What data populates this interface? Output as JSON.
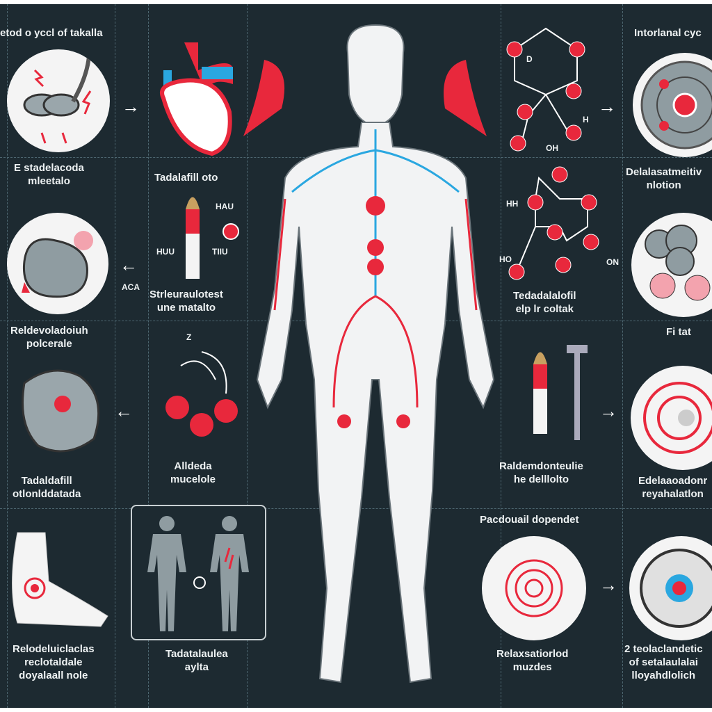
{
  "title": "etod o yccl of takalla",
  "title_right": "Intorlanal cyc",
  "labels": {
    "l1": [
      "E stadelacoda",
      "mleetalo"
    ],
    "l2": "Tadalafill oto",
    "l3": [
      "Delalasatmeitiv",
      "nlotion"
    ],
    "l4": [
      "Strleuraulotest",
      "une matalto"
    ],
    "l5": [
      "Tedadalalofil",
      "elp lr coltak"
    ],
    "l6": [
      "Reldevoladoiuh",
      "polcerale"
    ],
    "l7": "Fi tat",
    "l8": [
      "Alldeda",
      "mucelole"
    ],
    "l9": [
      "Raldemdonteulie",
      "he delllolto"
    ],
    "l10": [
      "Tadaldafill",
      "otlonlddatada"
    ],
    "l11": [
      "Edelaaoadonr",
      "reyahalatlon"
    ],
    "l12": "Pacdouail dopendet",
    "l13": [
      "Relodeluiclaclas",
      "reclotaldale",
      "doyalaall nole"
    ],
    "l14": [
      "Tadatalaulea",
      "aylta"
    ],
    "l15": [
      "Relaxsatiorlod",
      "muzdes"
    ],
    "l16": [
      "2 teolaclandetic",
      "of setalaulalai",
      "lloyahdlolich"
    ]
  },
  "small": {
    "hau": "HAU",
    "huu": "HUU",
    "tiiu": "TIIU",
    "aca": "ACA",
    "z": "Z",
    "ho": "HO",
    "on": "ON",
    "oh": "OH",
    "h": "H",
    "d": "D",
    "hh": "HH"
  },
  "colors": {
    "bg": "#1d2a31",
    "red": "#e8283c",
    "blue": "#2aa7e0"
  }
}
